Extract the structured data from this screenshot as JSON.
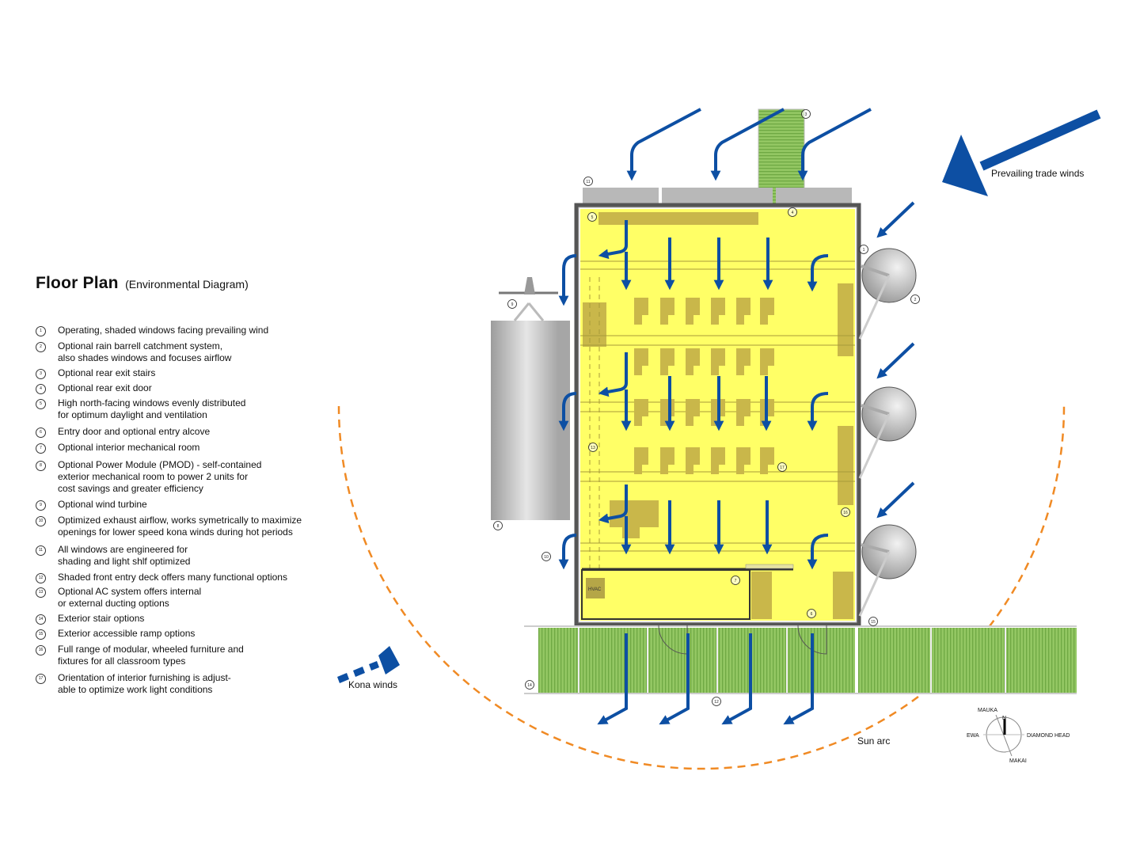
{
  "header": {
    "title": "Floor Plan",
    "subtitle": "(Environmental Diagram)"
  },
  "legend": [
    {
      "num": "1",
      "text": "Operating, shaded windows facing prevailing wind"
    },
    {
      "num": "2",
      "text": "Optional rain barrell catchment system,\nalso shades windows and focuses airflow"
    },
    {
      "num": "3",
      "text": "Optional rear exit stairs"
    },
    {
      "num": "4",
      "text": "Optional rear exit door"
    },
    {
      "num": "5",
      "text": "High north-facing windows evenly distributed\nfor optimum daylight and ventilation"
    },
    {
      "num": "6",
      "text": "Entry door and optional entry alcove"
    },
    {
      "num": "7",
      "text": "Optional interior mechanical room"
    },
    {
      "num": "8",
      "text": "Optional Power Module (PMOD) - self-contained\nexterior mechanical room to power 2 units for\ncost savings and greater efficiency"
    },
    {
      "num": "9",
      "text": "Optional wind turbine"
    },
    {
      "num": "10",
      "text": "Optimized exhaust airflow, works symetrically to maximize\nopenings for lower speed kona winds during hot periods"
    },
    {
      "num": "11",
      "text": "All windows are engineered for\nshading and light shlf optimized"
    },
    {
      "num": "12",
      "text": "Shaded front entry deck offers many functional options"
    },
    {
      "num": "13",
      "text": "Optional AC system offers internal\nor external ducting options"
    },
    {
      "num": "14",
      "text": "Exterior stair options"
    },
    {
      "num": "15",
      "text": "Exterior accessible ramp options"
    },
    {
      "num": "16",
      "text": "Full range of modular, wheeled furniture and\nfixtures for all classroom types"
    },
    {
      "num": "17",
      "text": "Orientation of interior furnishing is adjust-\nable to optimize work light conditions"
    }
  ],
  "annotations": {
    "prevailing": "Prevailing trade winds",
    "kona": "Kona winds",
    "sun_arc": "Sun arc",
    "hvac": "HVAC"
  },
  "compass": {
    "north": "N",
    "mauka": "MAUKA",
    "makai": "MAKAI",
    "ewa": "EWA",
    "diamond_head": "DIAMOND HEAD"
  },
  "plan_markers": {
    "m1": "1",
    "m2": "2",
    "m3": "3",
    "m4": "4",
    "m5": "5",
    "m6": "6",
    "m7": "7",
    "m8": "8",
    "m9": "9",
    "m10": "10",
    "m11": "11",
    "m12": "12",
    "m13": "13",
    "m14": "14",
    "m15": "15",
    "m16": "16",
    "m17": "17"
  },
  "colors": {
    "interior": "#ffff66",
    "furniture": "#c9b74a",
    "wind_arrow": "#0d4fa3",
    "deck": "#8fc45a",
    "sun_arc": "#f08a24",
    "shade_panel": "#b8b8b8"
  }
}
